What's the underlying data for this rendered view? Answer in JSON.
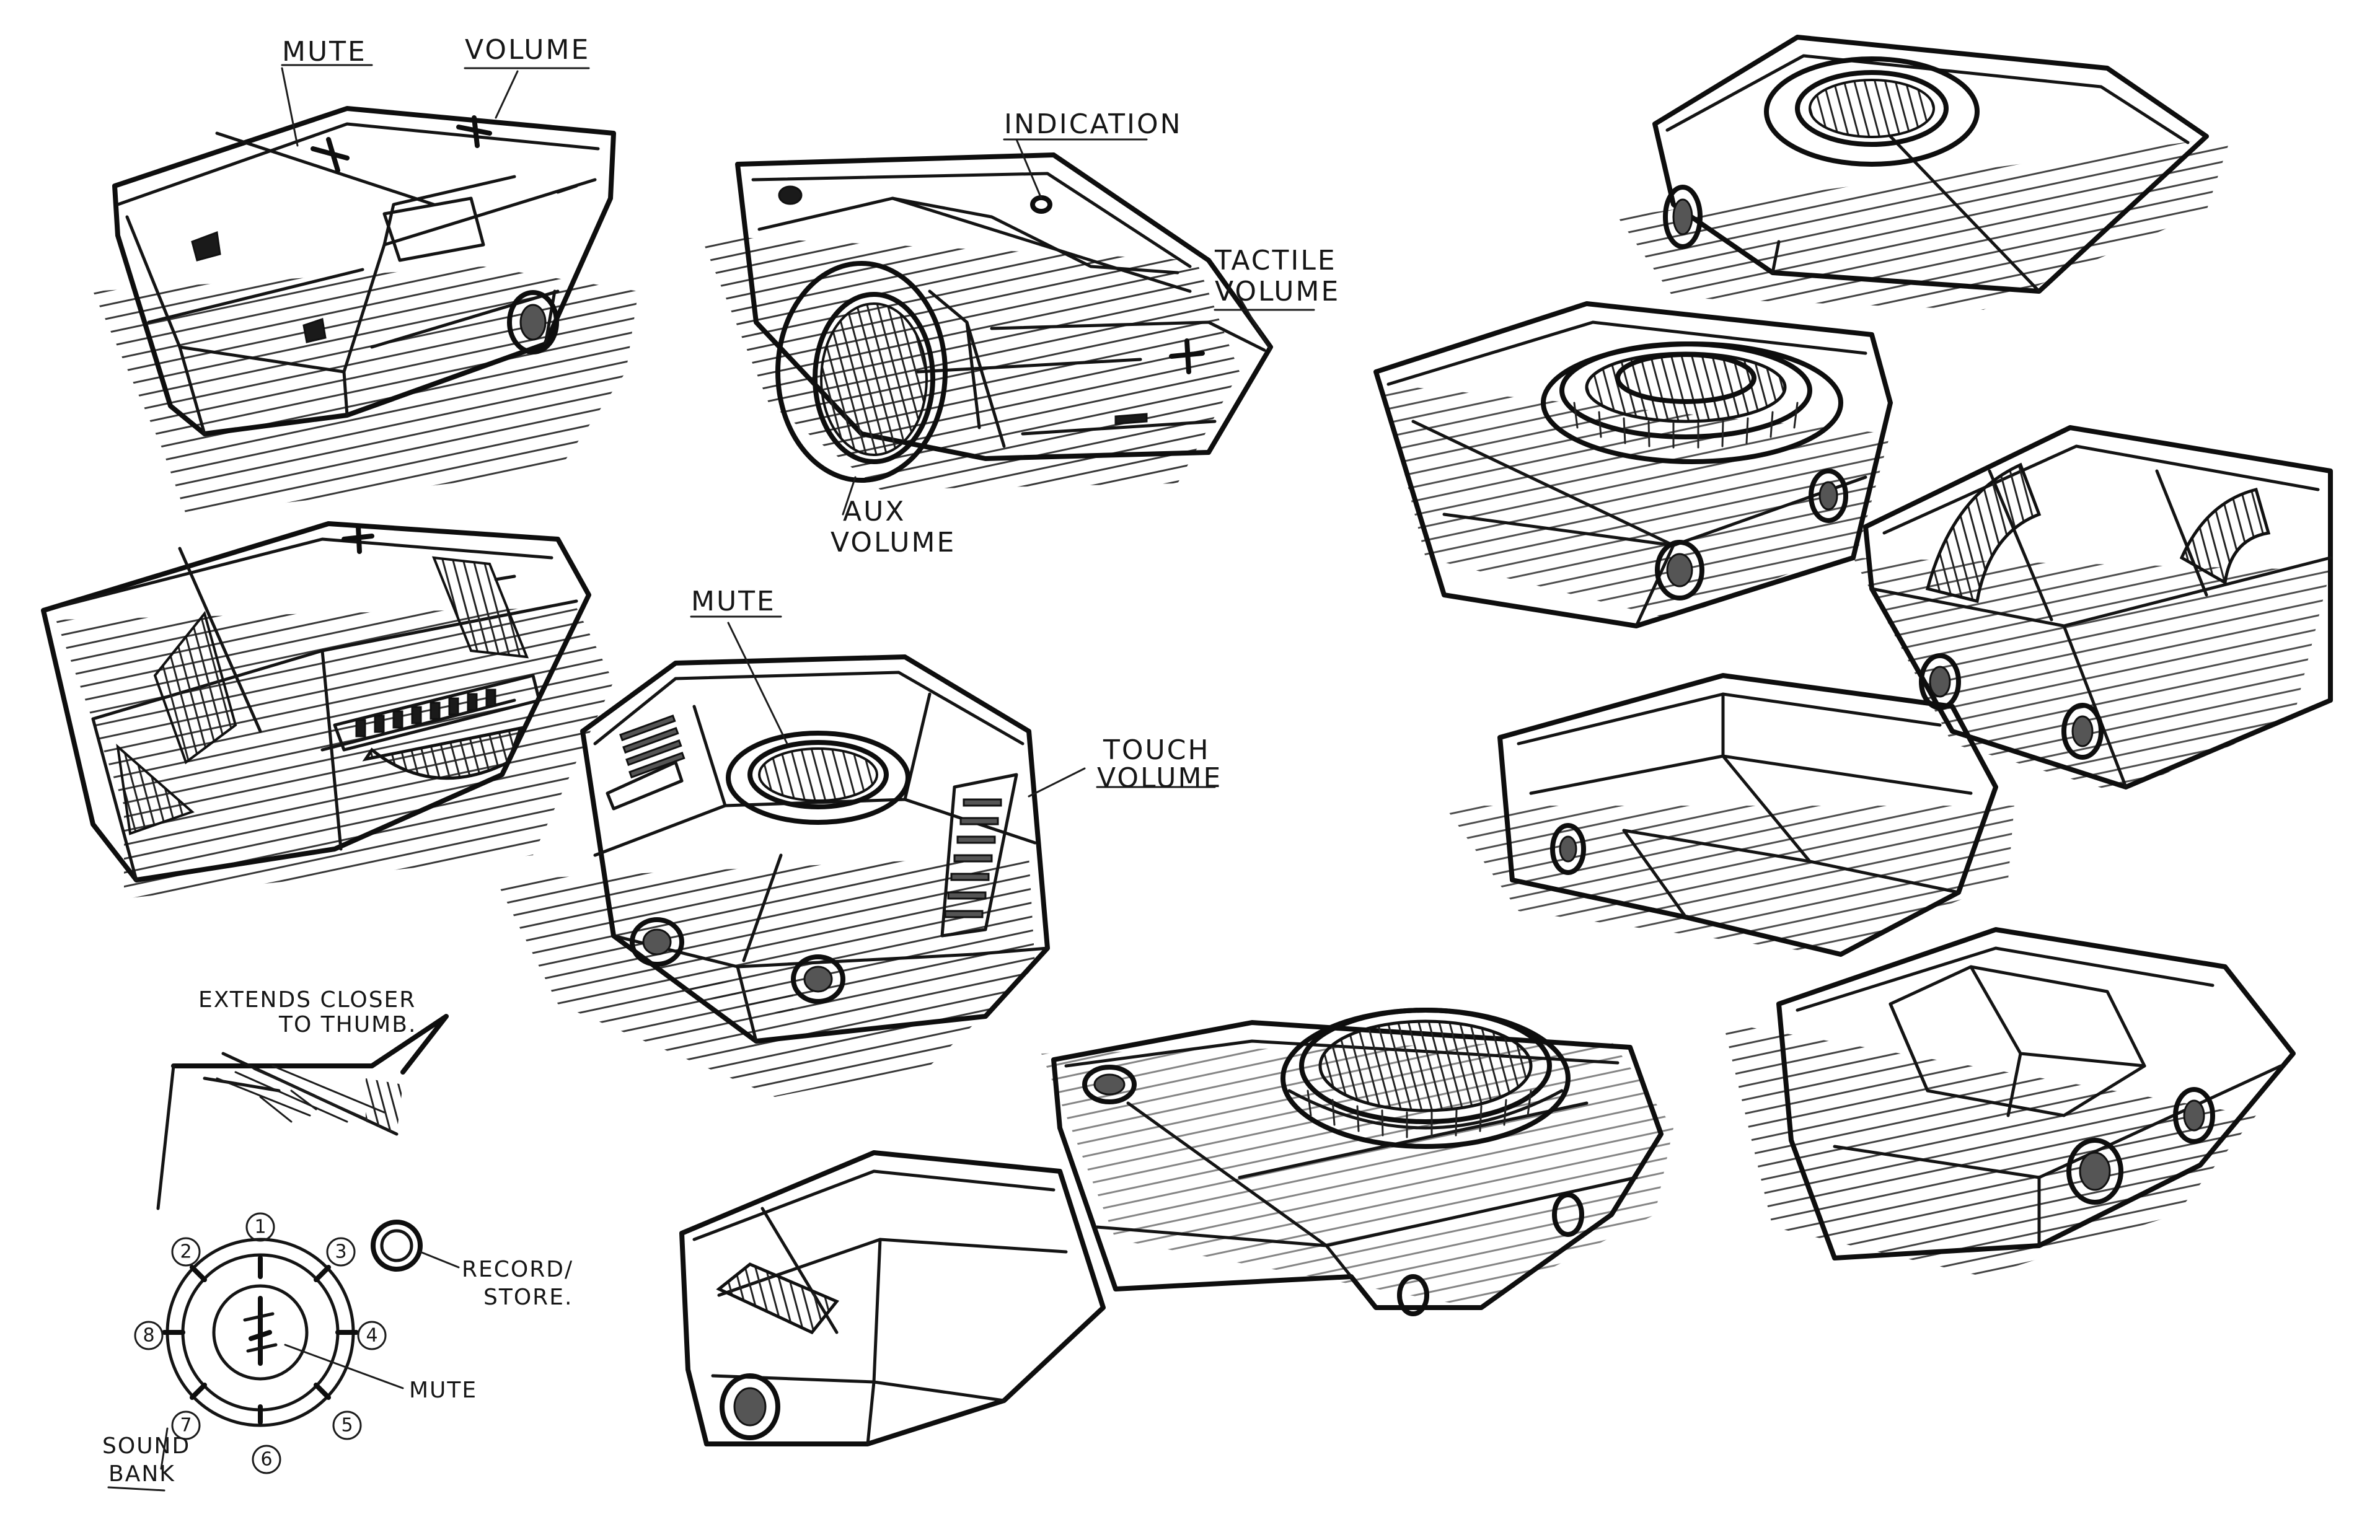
{
  "annotations": {
    "mute_top": "MUTE",
    "volume_top": "VOLUME",
    "indication": "INDICATION",
    "tactile_volume_line1": "TACTILE",
    "tactile_volume_line2": "VOLUME",
    "aux_volume_line1": "AUX",
    "aux_volume_line2": "VOLUME",
    "mute_mid": "MUTE",
    "touch_volume_line1": "TOUCH",
    "touch_volume_line2": "VOLUME",
    "extends_line1": "EXTENDS CLOSER",
    "extends_line2": "TO THUMB.",
    "record_line1": "RECORD/",
    "record_line2": "STORE.",
    "mute_dial": "MUTE",
    "sound_bank_line1": "SOUND",
    "sound_bank_line2": "BANK"
  },
  "dial": {
    "positions": [
      "1",
      "2",
      "3",
      "4",
      "5",
      "6",
      "7",
      "8"
    ]
  },
  "style": {
    "ink": "#141414",
    "paper": "#ffffff"
  }
}
